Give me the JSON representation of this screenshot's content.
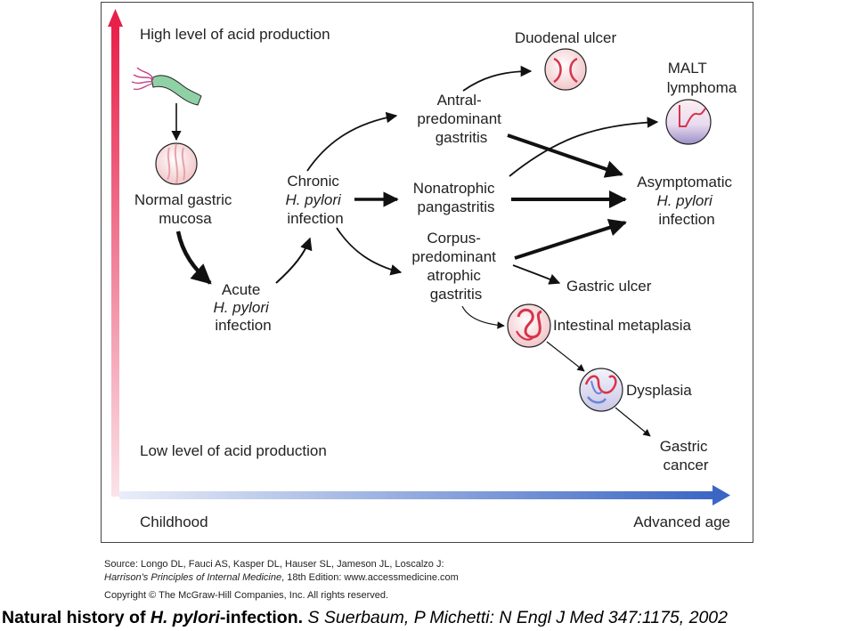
{
  "axes": {
    "high_acid": "High level of acid production",
    "low_acid": "Low level of acid production",
    "childhood": "Childhood",
    "advanced_age": "Advanced age"
  },
  "nodes": {
    "normal_gastric": [
      "Normal gastric",
      "mucosa"
    ],
    "acute": [
      "Acute",
      "H. pylori",
      "infection"
    ],
    "chronic": [
      "Chronic",
      "H. pylori",
      "infection"
    ],
    "antral": [
      "Antral-",
      "predominant",
      "gastritis"
    ],
    "nonatrophic": [
      "Nonatrophic",
      "pangastritis"
    ],
    "corpus": [
      "Corpus-",
      "predominant",
      "atrophic",
      "gastritis"
    ],
    "duodenal_ulcer": "Duodenal ulcer",
    "malt": [
      "MALT",
      "lymphoma"
    ],
    "asymptomatic": [
      "Asymptomatic",
      "H. pylori",
      "infection"
    ],
    "gastric_ulcer": "Gastric ulcer",
    "intestinal_metaplasia": "Intestinal metaplasia",
    "dysplasia": "Dysplasia",
    "gastric_cancer": [
      "Gastric",
      "cancer"
    ]
  },
  "source": {
    "line1": "Source: Longo DL, Fauci AS, Kasper DL, Hauser SL, Jameson JL, Loscalzo J:",
    "line2_italic": "Harrison’s Principles of Internal Medicine",
    "line2_rest": ", 18th Edition: www.accessmedicine.com",
    "copyright": "Copyright © The McGraw-Hill Companies, Inc. All rights reserved."
  },
  "caption": {
    "bold_1": "Natural history of ",
    "bold_italic": "H. pylori",
    "bold_2": "-infection.",
    "italic_ref": " S Suerbaum, P Michetti: N Engl J Med 347:1175, 2002"
  },
  "colors": {
    "vertical_axis_top": "#e8204a",
    "vertical_axis_bottom": "#f7c7d2",
    "horizontal_axis_start": "#dfe6f5",
    "horizontal_axis_end": "#3b66c4",
    "bacterium": "#8fd1a4",
    "flagella": "#c2418c",
    "lesion_red": "#d8334a",
    "lesion_pink": "#f3b8c0"
  }
}
